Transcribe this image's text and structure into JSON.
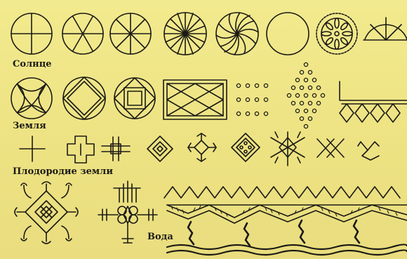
{
  "labels": {
    "sun": "Солнце",
    "earth": "Земля",
    "fertility": "Плодородие земли",
    "water": "Вода"
  },
  "colors": {
    "paper": "#efe78a",
    "ink": "#1b1a14"
  },
  "symbols": {
    "sun_row": [
      "cross-circle-icon",
      "six-spoke-circle-icon",
      "eight-spoke-circle-icon",
      "swirl-rosette-icon",
      "whirl-rosette-icon",
      "empty-circle-icon",
      "petal-rosette-icon",
      "half-sun-icon"
    ],
    "earth_row": [
      "four-arc-circle-icon",
      "diamond-in-circle-icon",
      "square-in-circle-icon",
      "crossed-rectangle-icon",
      "dot-grid-icon",
      "dot-rhombus-icon",
      "rhombus-chain-icon"
    ],
    "fertility_row": [
      "plain-cross-icon",
      "stepped-cross-icon",
      "double-bar-cross-icon",
      "nested-rhombus-icon",
      "knotted-rhombus-icon",
      "dotted-rhombus-icon",
      "star-rhombus-icon",
      "double-x-icon",
      "hooked-x-icon"
    ],
    "water_row": [
      "ornate-cross-rosette-icon",
      "plant-knot-icon",
      "zigzag-wave-icon",
      "river-ornament-icon"
    ]
  }
}
